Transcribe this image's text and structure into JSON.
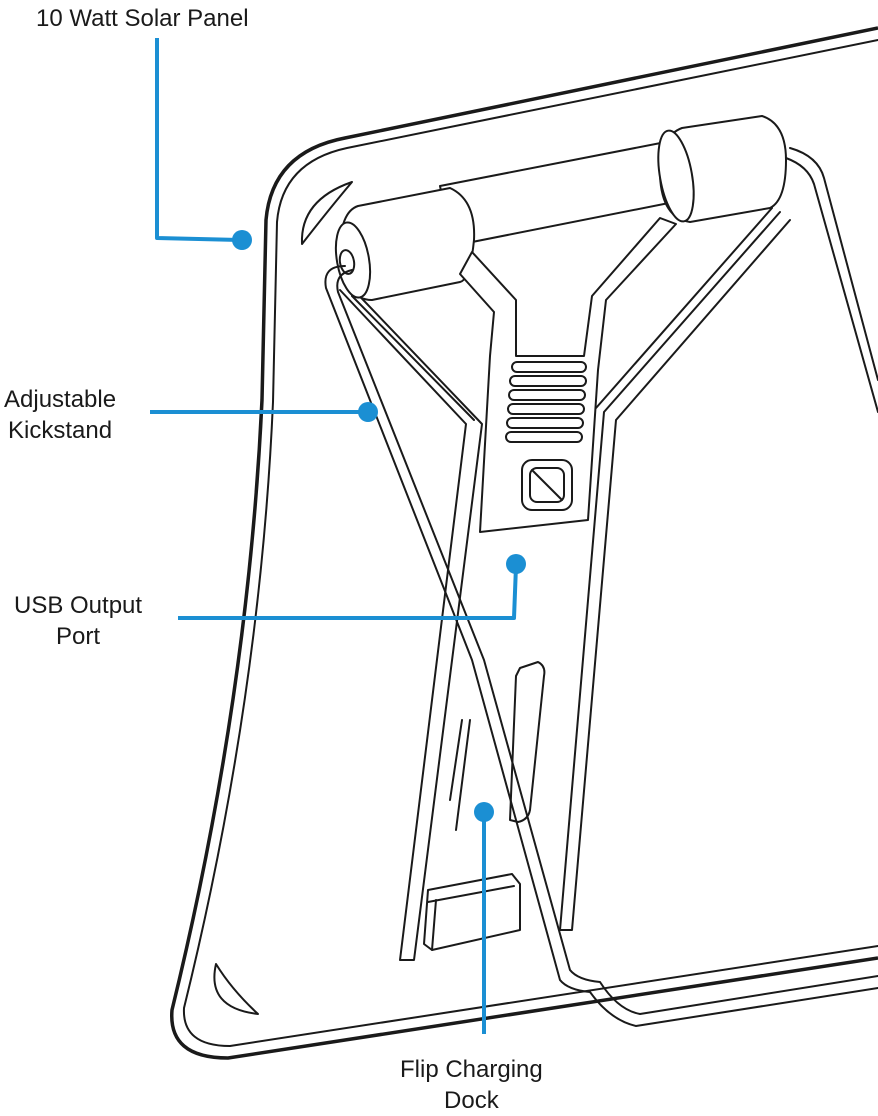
{
  "callouts": {
    "solar_panel": {
      "label": "10 Watt Solar Panel"
    },
    "kickstand": {
      "line1": "Adjustable",
      "line2": "Kickstand"
    },
    "usb_port": {
      "line1": "USB Output",
      "line2": "Port"
    },
    "charging_dock": {
      "line1": "Flip Charging",
      "line2": "Dock"
    }
  },
  "colors": {
    "callout_accent": "#1b8fd3",
    "line_art": "#1a1a1a",
    "background": "#ffffff"
  }
}
